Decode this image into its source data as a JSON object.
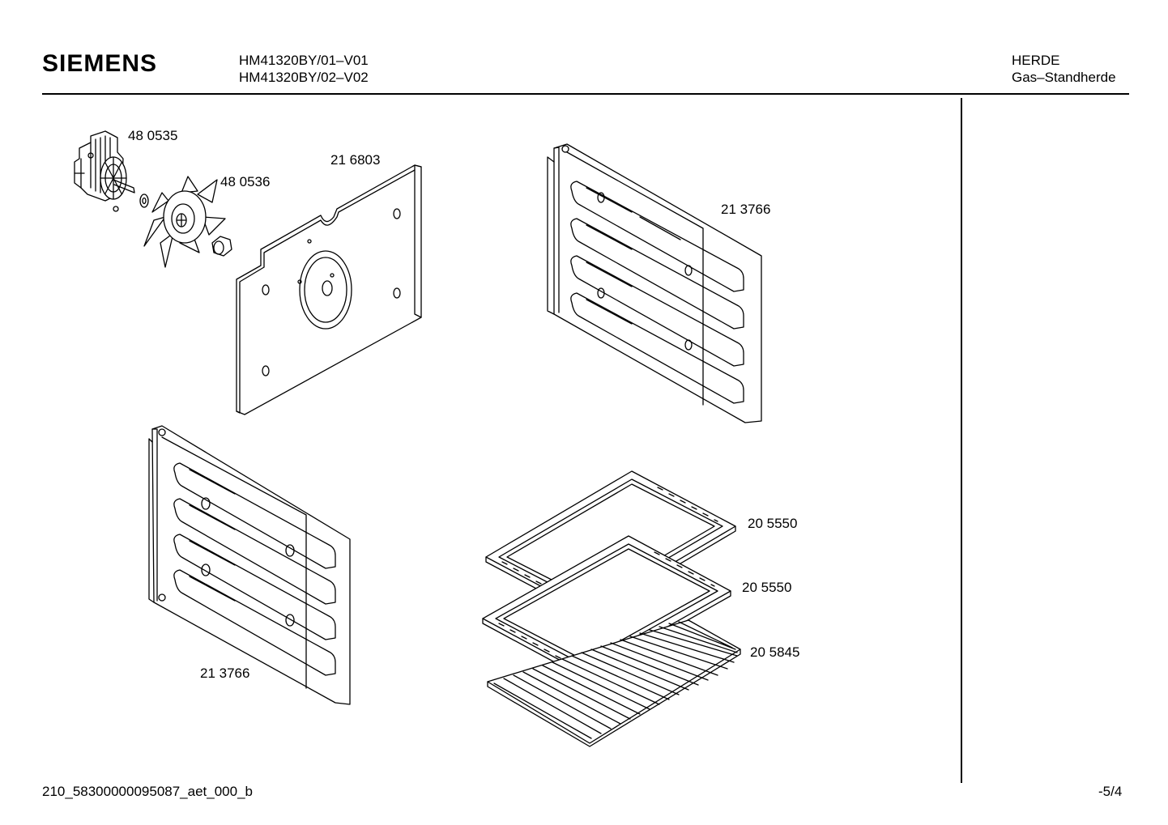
{
  "header": {
    "brand": "SIEMENS",
    "models": [
      "HM41320BY/01–V01",
      "HM41320BY/02–V02"
    ],
    "category": [
      "HERDE",
      "Gas–Standherde"
    ]
  },
  "parts": [
    {
      "id": "motor",
      "number": "48 0535"
    },
    {
      "id": "fan",
      "number": "48 0536"
    },
    {
      "id": "back-plate",
      "number": "21 6803"
    },
    {
      "id": "rail-right",
      "number": "21 3766"
    },
    {
      "id": "rail-left",
      "number": "21 3766"
    },
    {
      "id": "tray-1",
      "number": "20 5550"
    },
    {
      "id": "tray-2",
      "number": "20 5550"
    },
    {
      "id": "grid",
      "number": "20 5845"
    }
  ],
  "footer": {
    "code": "210_58300000095087_aet_000_b",
    "page": "-5/4"
  }
}
